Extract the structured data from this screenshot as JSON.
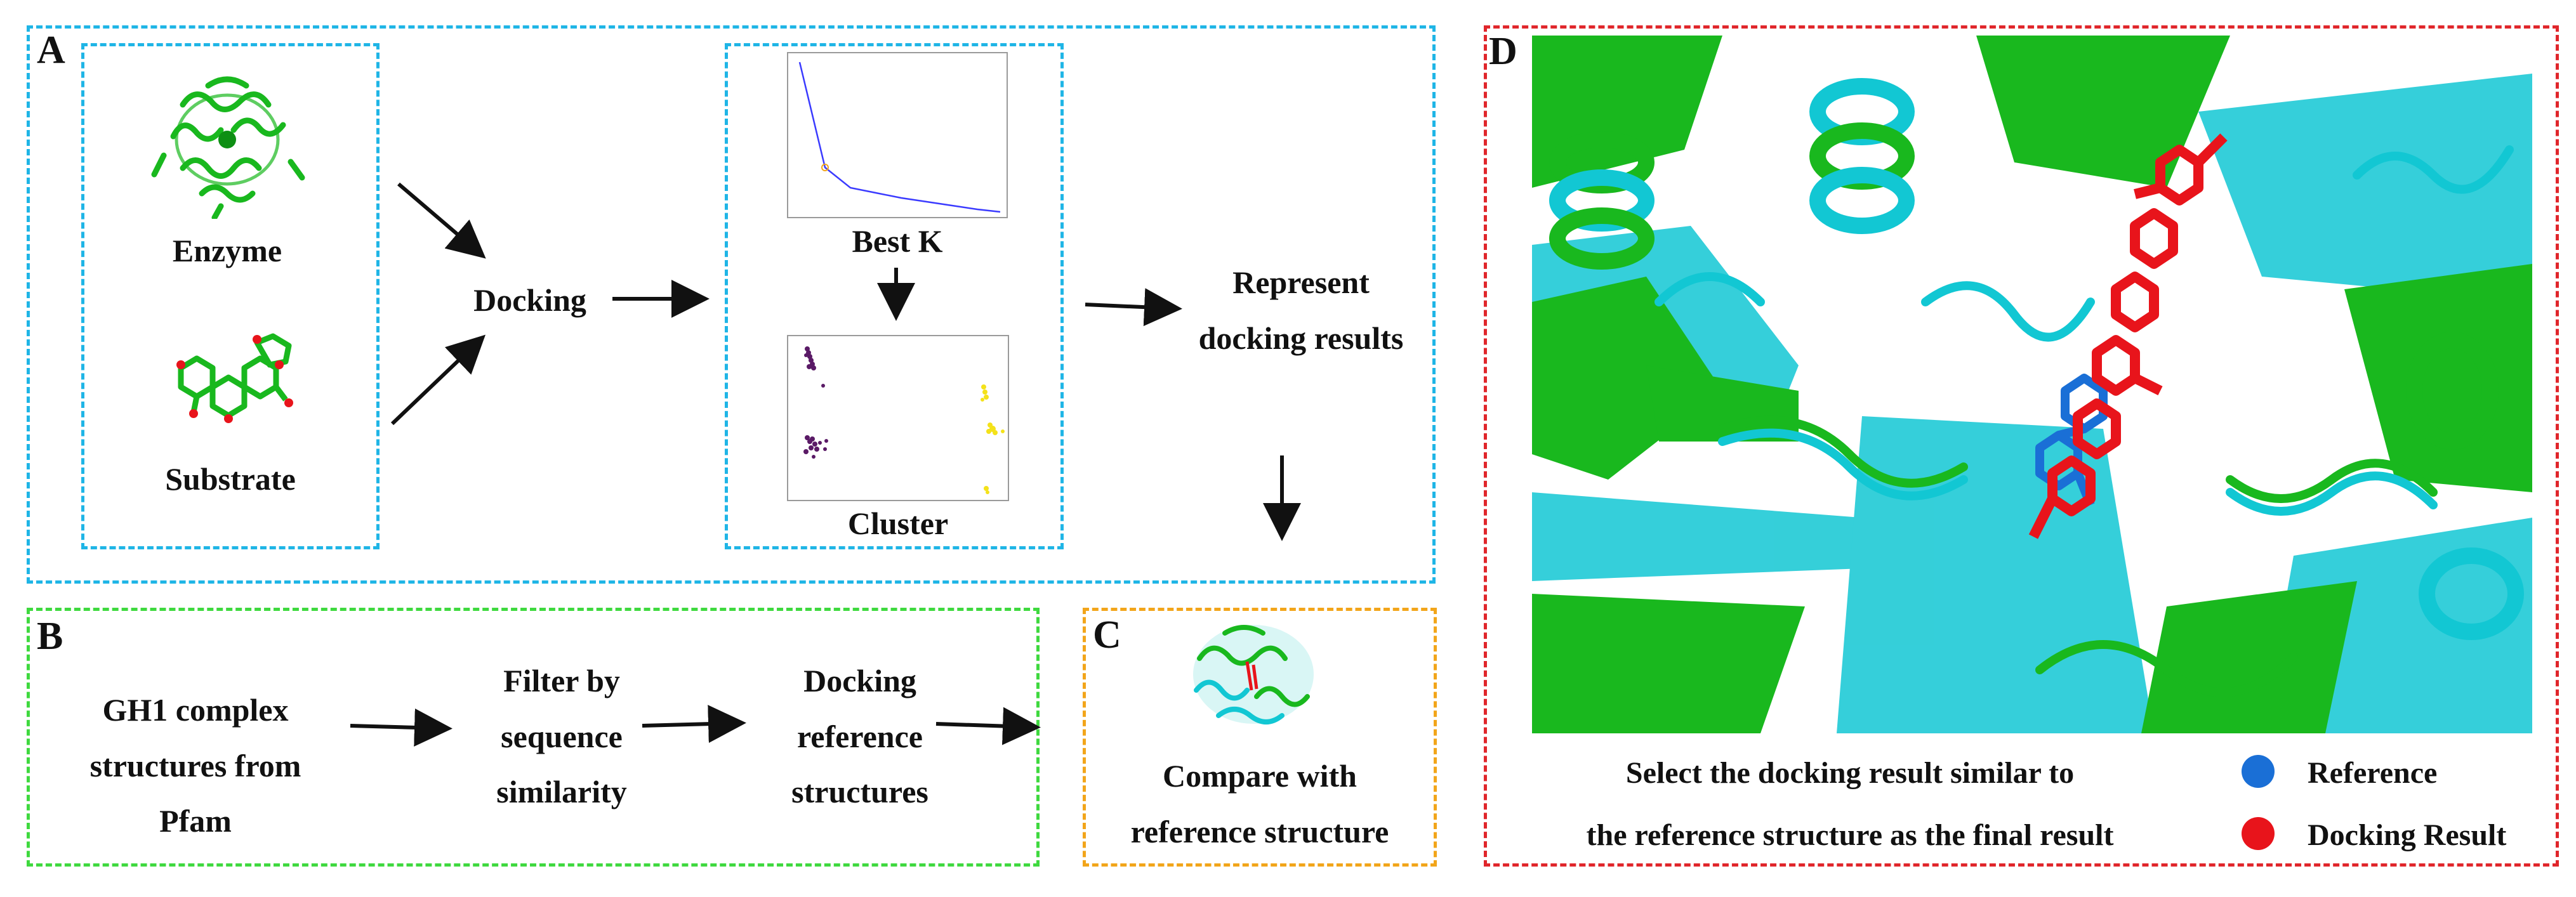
{
  "colors": {
    "panel_a_border": "#1fb5e6",
    "panel_b_border": "#3fd93f",
    "panel_c_border": "#f2a51a",
    "panel_d_border": "#e0262b",
    "protein_green": "#19b81e",
    "protein_cyan": "#12c7d3",
    "ligand_red": "#e8141b",
    "reference_blue": "#1a6fd6",
    "elbow_line": "#3a3aff",
    "cluster_purple": "#5a1a66",
    "cluster_yellow": "#f4e21a"
  },
  "panel_a": {
    "letter": "A",
    "enzyme_label": "Enzyme",
    "substrate_label": "Substrate",
    "docking_label": "Docking",
    "best_k_label": "Best K",
    "cluster_label": "Cluster",
    "represent_label": "Represent\ndocking results"
  },
  "panel_b": {
    "letter": "B",
    "step1": "GH1 complex\nstructures from Pfam",
    "step2": "Filter by\nsequence\nsimilarity",
    "step3": "Docking\nreference\nstructures"
  },
  "panel_c": {
    "letter": "C",
    "compare_label": "Compare with\nreference structure"
  },
  "panel_d": {
    "letter": "D",
    "caption_line1": "Select the docking result similar to",
    "caption_line2": "the reference structure as the final result",
    "legend_reference": "Reference",
    "legend_docking": "Docking Result"
  },
  "icons": {
    "enzyme": "enzyme-structure-icon",
    "substrate": "substrate-molecule-icon",
    "complex": "complex-structure-icon"
  }
}
